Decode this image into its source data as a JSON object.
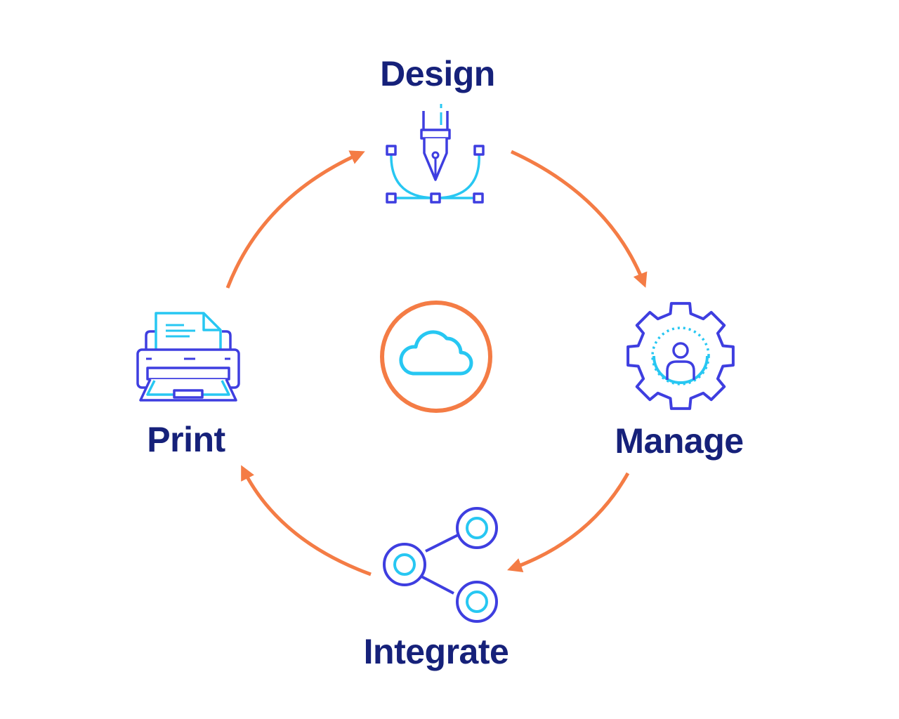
{
  "labels": {
    "design": "Design",
    "manage": "Manage",
    "integrate": "Integrate",
    "print": "Print"
  },
  "icons": {
    "design": "pen-tool-icon",
    "manage": "gear-user-icon",
    "integrate": "share-nodes-icon",
    "print": "printer-icon",
    "center": "cloud-icon"
  },
  "colors": {
    "text": "#16217a",
    "arrow": "#f47c45",
    "icon_primary": "#3e3ee0",
    "icon_secondary": "#27c7f2",
    "cloud_ring": "#f47c45",
    "background": "#ffffff"
  }
}
